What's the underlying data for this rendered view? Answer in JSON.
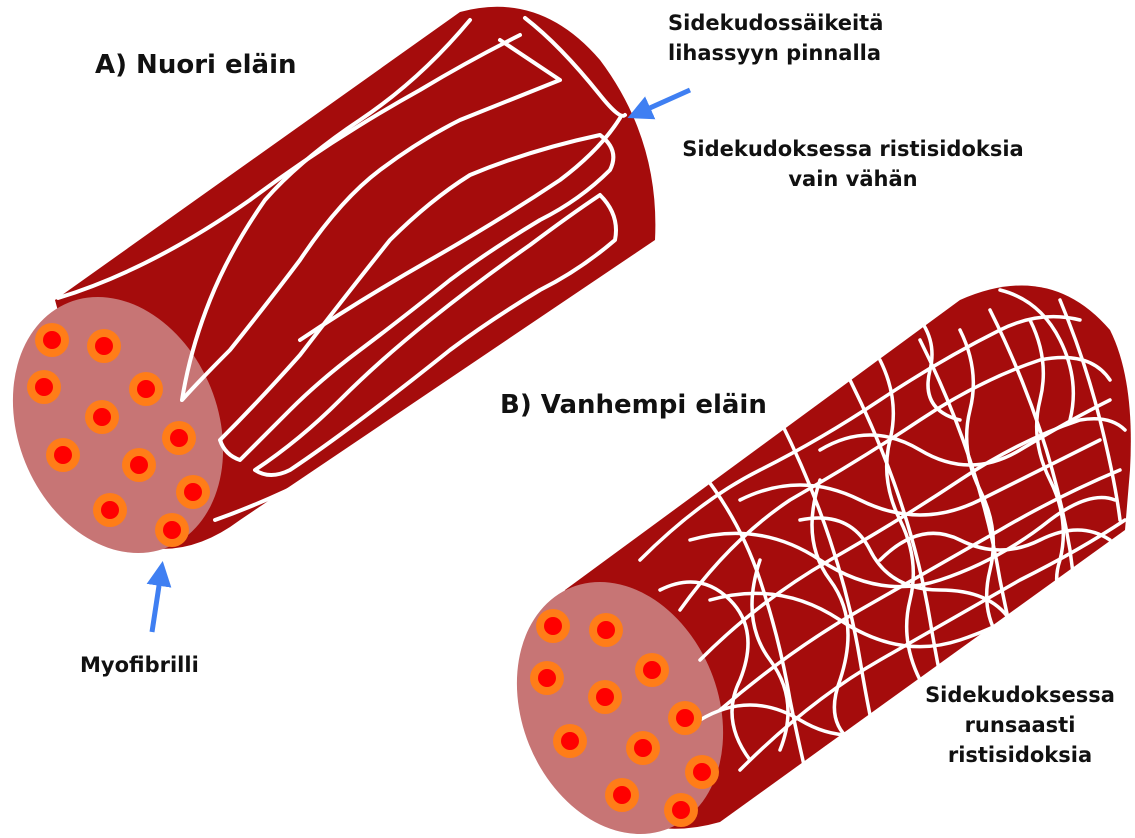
{
  "colors": {
    "muscle": "#a50c0c",
    "face": "#c77575",
    "tissue": "#ffffff",
    "fibril_outer": "#ff7d18",
    "fibril_inner": "#ff0000",
    "arrow": "#3f7ff2",
    "text": "#111111"
  },
  "labels": {
    "young": "A) Nuori eläin",
    "old": "B) Vanhempi eläin",
    "surface_fibers": [
      "Sidekudossäikeitä",
      "lihassyyn pinnalla"
    ],
    "few_crosslinks": [
      "Sidekudoksessa ristisidoksia",
      "vain vähän"
    ],
    "many_crosslinks": [
      "Sidekudoksessa",
      "runsaasti",
      "ristisidoksia"
    ],
    "myofibril": "Myofibrilli"
  },
  "icons": [
    "arrow-icon",
    "arrow-icon"
  ]
}
